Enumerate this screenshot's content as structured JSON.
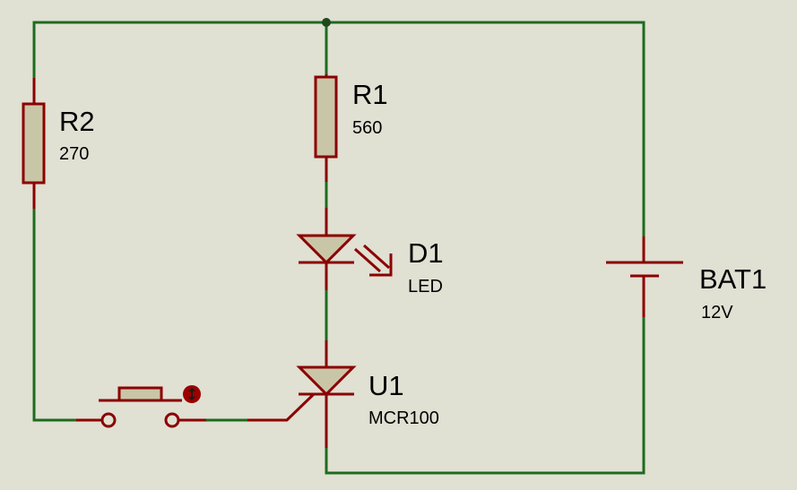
{
  "components": {
    "r1": {
      "ref": "R1",
      "value": "560"
    },
    "r2": {
      "ref": "R2",
      "value": "270"
    },
    "d1": {
      "ref": "D1",
      "value": "LED"
    },
    "u1": {
      "ref": "U1",
      "value": "MCR100"
    },
    "bat1": {
      "ref": "BAT1",
      "value": "12V"
    }
  },
  "colors": {
    "background": "#e0e0d3",
    "wire": "#1e6b1e",
    "component_outline": "#8b0000",
    "component_fill": "#c9c6a8"
  }
}
